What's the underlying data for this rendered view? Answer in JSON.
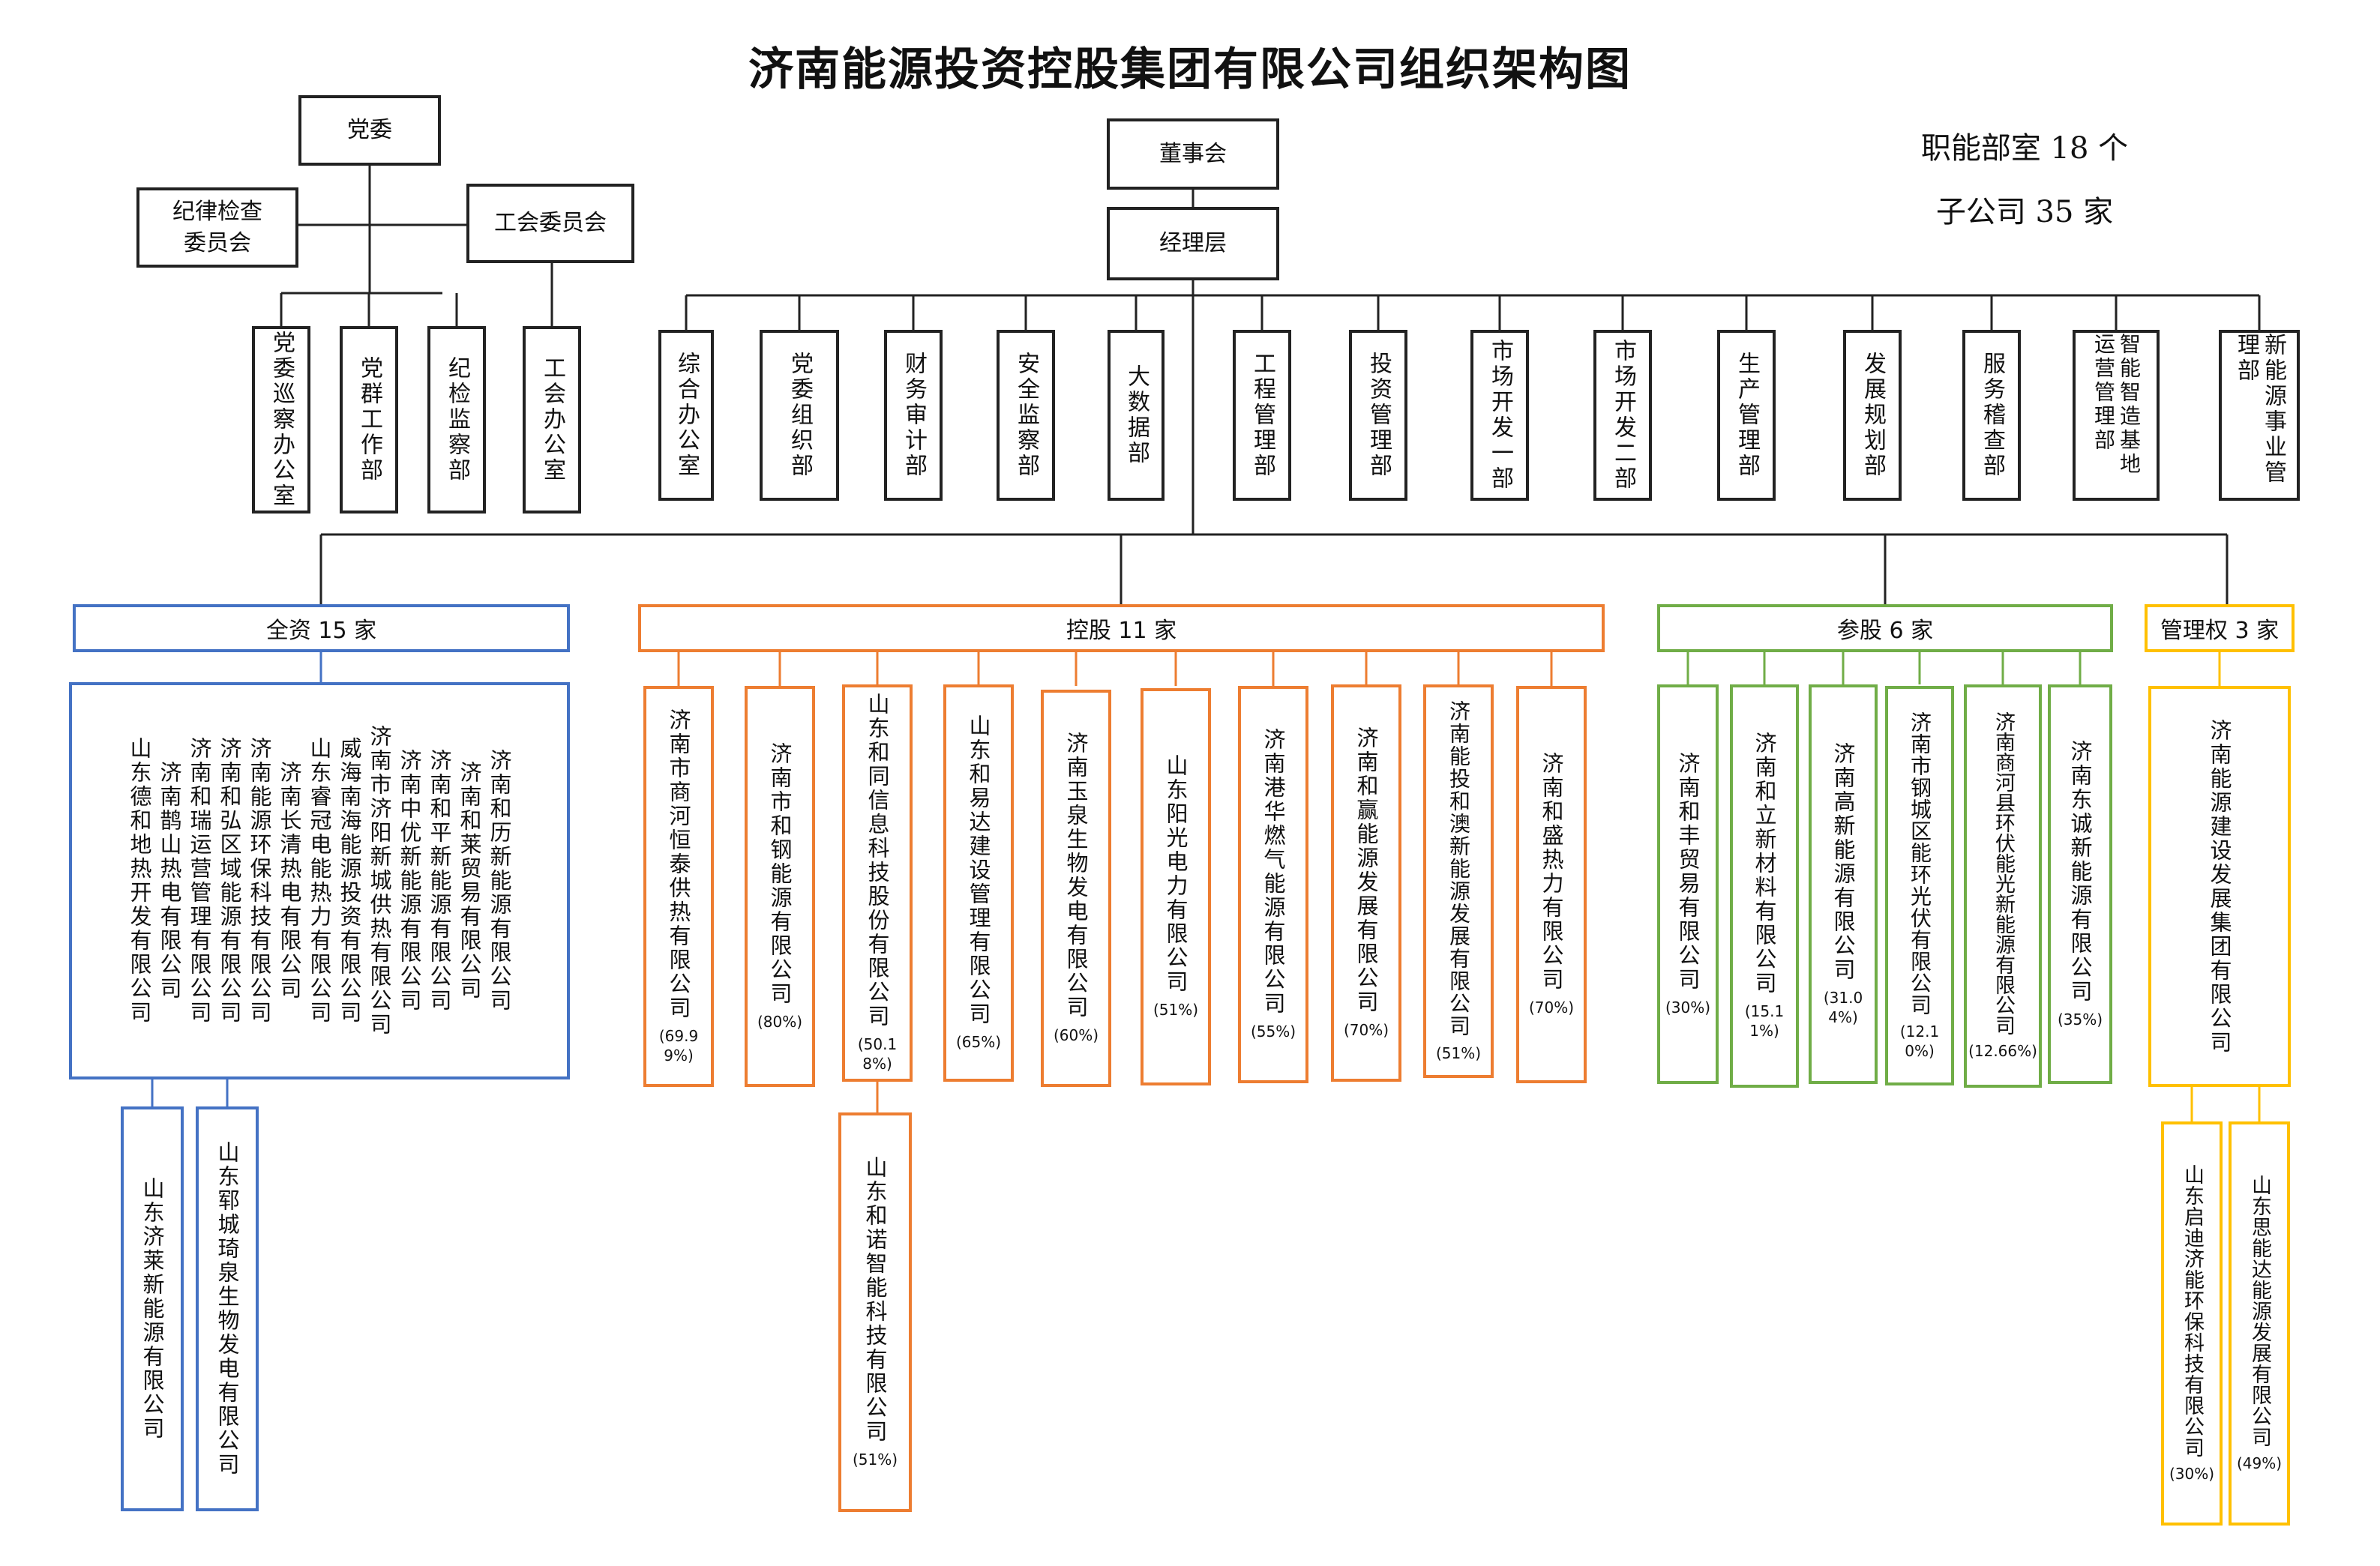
{
  "title": "济南能源投资控股集团有限公司组织架构图",
  "stats": {
    "departments": "职能部室 18 个",
    "subsidiaries": "子公司 35 家"
  },
  "colors": {
    "line": "#222222",
    "full": "#4472c4",
    "holding": "#ed7d31",
    "share": "#70ad47",
    "mgmt": "#ffc000"
  },
  "party": {
    "committee": "党委",
    "discipline": "纪律检查委员会",
    "union": "工会委员会",
    "offices": [
      "党委巡察办公室",
      "党群工作部",
      "纪检监察部",
      "工会办公室"
    ]
  },
  "board": "董事会",
  "management": "经理层",
  "departments": [
    "综合办公室",
    "党委组织部",
    "财务审计部",
    "安全监察部",
    "大数据部",
    "工程管理部",
    "投资管理部",
    "市场开发一部",
    "市场开发二部",
    "生产管理部",
    "发展规划部",
    "服务稽查部",
    "智能智造基地运营管理部",
    "新能源事业管理部"
  ],
  "groups": {
    "full": "全资 15 家",
    "holding": "控股 11 家",
    "share": "参股 6 家",
    "mgmt": "管理权 3 家"
  },
  "full_companies": [
    "济南和历新能源有限公司",
    "济南和莱贸易有限公司",
    "济南和平新能源有限公司",
    "济南中优新能源有限公司",
    "济南市济阳新城供热有限公司",
    "威海南海能源投资有限公司",
    "山东睿冠电能热力有限公司",
    "济南长清热电有限公司",
    "济南能源环保科技有限公司",
    "济南和弘区域能源有限公司",
    "济南和瑞运营管理有限公司",
    "济南鹊山热电有限公司",
    "山东德和地热开发有限公司"
  ],
  "full_sub": [
    "山东济莱新能源有限公司",
    "山东郓城琦泉生物发电有限公司"
  ],
  "holding_companies": [
    {
      "name": "济南市商河恒泰供热有限公司",
      "pct": "(69.99%)"
    },
    {
      "name": "济南市和钢能源有限公司",
      "pct": "(80%)"
    },
    {
      "name": "山东和同信息科技股份有限公司",
      "pct": "(50.18%)"
    },
    {
      "name": "山东和易达建设管理有限公司",
      "pct": "(65%)"
    },
    {
      "name": "济南玉泉生物发电有限公司",
      "pct": "(60%)"
    },
    {
      "name": "山东阳光电力有限公司",
      "pct": "(51%)"
    },
    {
      "name": "济南港华燃气能源有限公司",
      "pct": "(55%)"
    },
    {
      "name": "济南和赢能源发展有限公司",
      "pct": "(70%)"
    },
    {
      "name": "济南能投和澳新能源发展有限公司",
      "pct": "(51%)"
    },
    {
      "name": "济南和盛热力有限公司",
      "pct": "(70%)"
    }
  ],
  "holding_sub": {
    "name": "山东和诺智能科技有限公司",
    "pct": "(51%)"
  },
  "share_companies": [
    {
      "name": "济南和丰贸易有限公司",
      "pct": "(30%)"
    },
    {
      "name": "济南和立新材料有限公司",
      "pct": "(15.11%)"
    },
    {
      "name": "济南高新能源有限公司",
      "pct": "(31.04%)"
    },
    {
      "name": "济南市钢城区能环光伏有限公司",
      "pct": "(12.10%)"
    },
    {
      "name": "济南商河县环伏能光新能源有限公司",
      "pct": "(12.66%)"
    },
    {
      "name": "济南东诚新能源有限公司",
      "pct": "(35%)"
    }
  ],
  "mgmt_company": "济南能源建设发展集团有限公司",
  "mgmt_sub": [
    {
      "name": "山东启迪济能环保科技有限公司",
      "pct": "(30%)"
    },
    {
      "name": "山东思能达能源发展有限公司",
      "pct": "(49%)"
    }
  ]
}
